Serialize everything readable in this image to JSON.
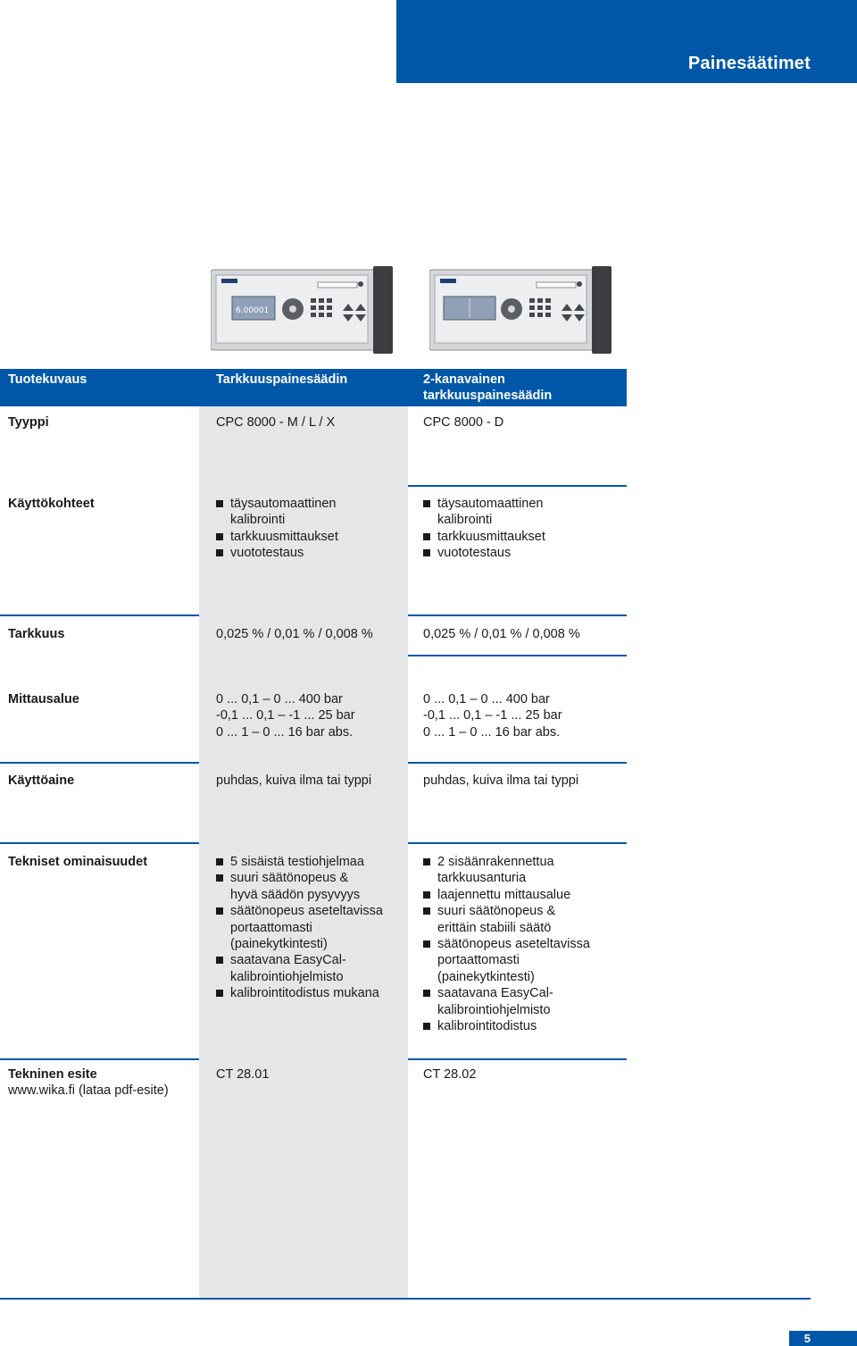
{
  "header": {
    "title": "Painesäätimet"
  },
  "table": {
    "columns": [
      "Tuotekuvaus",
      "Tarkkuuspainesäädin",
      "2-kanavainen tarkkuuspainesäädin"
    ],
    "rows": {
      "tyyppi": {
        "label": "Tyyppi",
        "a": "CPC 8000 - M / L / X",
        "b": "CPC 8000 - D"
      },
      "kayttokohteet": {
        "label": "Käyttökohteet",
        "a": [
          "täysautomaattinen kalibrointi",
          "tarkkuusmittaukset",
          "vuototestaus"
        ],
        "b": [
          "täysautomaattinen kalibrointi",
          "tarkkuusmittaukset",
          "vuototestaus"
        ]
      },
      "tarkkuus": {
        "label": "Tarkkuus",
        "a": "0,025 % / 0,01 % / 0,008 %",
        "b": "0,025 % / 0,01 % / 0,008 %"
      },
      "mittausalue": {
        "label": "Mittausalue",
        "a": [
          "0 ... 0,1 – 0 ... 400 bar",
          "-0,1 ... 0,1 – -1 ... 25 bar",
          "0 ... 1 – 0 ... 16 bar abs."
        ],
        "b": [
          "0 ... 0,1 – 0 ... 400 bar",
          "-0,1 ... 0,1 – -1 ... 25 bar",
          "0 ... 1 – 0 ... 16 bar abs."
        ]
      },
      "kayttoaine": {
        "label": "Käyttöaine",
        "a": "puhdas, kuiva ilma tai typpi",
        "b": "puhdas, kuiva ilma tai typpi"
      },
      "ominaisuudet": {
        "label": "Tekniset ominaisuudet",
        "a": [
          "5 sisäistä testiohjelmaa",
          "suuri säätönopeus & hyvä säädön pysyvyys",
          "säätönopeus aseteltavissa portaattomasti (painekytkintesti)",
          "saatavana EasyCal-kalibrointiohjelmisto",
          "kalibrointitodistus mukana"
        ],
        "b": [
          "2 sisäänrakennettua tarkkuusanturia",
          "laajennettu mittausalue",
          "suuri säätönopeus & erittäin stabiili säätö",
          "säätönopeus aseteltavissa portaattomasti (painekytkintesti)",
          "saatavana EasyCal-kalibrointiohjelmisto",
          "kalibrointitodistus"
        ]
      },
      "esite": {
        "label": "Tekninen esite",
        "sublabel": "www.wika.fi (lataa pdf-esite)",
        "a": "CT 28.01",
        "b": "CT 28.02"
      }
    }
  },
  "devices": {
    "display_value": "6.00001"
  },
  "colors": {
    "brand": "#0057a8",
    "column_shade": "#e5e6e8"
  },
  "page_number": "5"
}
